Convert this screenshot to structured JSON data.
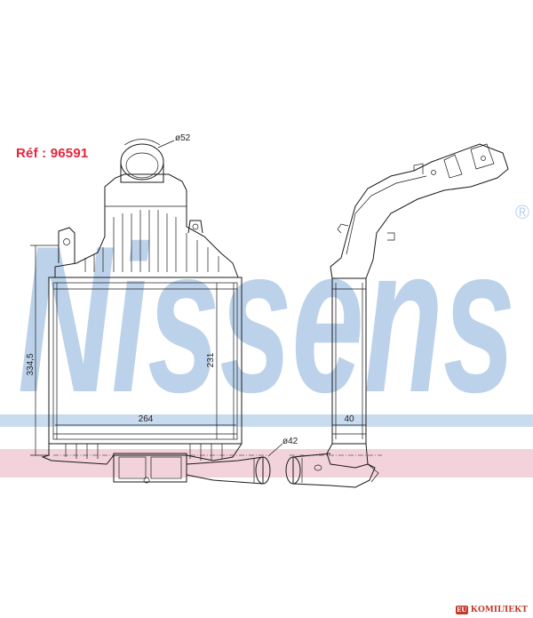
{
  "reference": {
    "label": "Réf : 96591"
  },
  "watermark": {
    "brand": "Nissens",
    "registered": "®"
  },
  "dimensions": {
    "pipe_top": "ø52",
    "pipe_bottom": "ø42",
    "total_height": "334,5",
    "core_height": "231",
    "core_width": "264",
    "core_depth": "40"
  },
  "footer": {
    "logo_text": "КОМПЛЕКТ",
    "logo_mark": "EU"
  },
  "colors": {
    "watermark": "#bcd2ea",
    "stripe_blue": "#c9dbef",
    "stripe_pink": "#f2d3dc",
    "ref_red": "#e8233a"
  }
}
